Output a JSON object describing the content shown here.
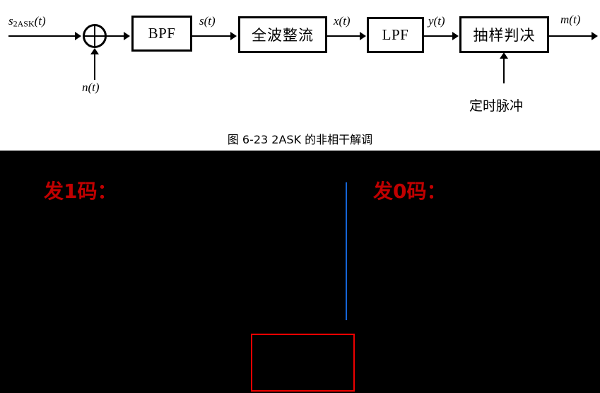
{
  "figure": {
    "caption": "图 6-23    2ASK 的非相干解调",
    "input_signal_label": "s",
    "input_signal_subscript": "2ASK",
    "input_signal_suffix": "(t)",
    "noise_label": "n(t)",
    "summing_junction": "sum-junction",
    "blocks": [
      {
        "id": "bpf",
        "label": "BPF",
        "script": "latin"
      },
      {
        "id": "full-wave-rectifier",
        "label": "全波整流",
        "script": "cjk"
      },
      {
        "id": "lpf",
        "label": "LPF",
        "script": "latin"
      },
      {
        "id": "sampling-decision",
        "label": "抽样判决",
        "script": "cjk"
      }
    ],
    "signal_labels": [
      {
        "id": "s-of-t",
        "text": "s(t)"
      },
      {
        "id": "x-of-t",
        "text": "x(t)"
      },
      {
        "id": "y-of-t",
        "text": "y(t)"
      },
      {
        "id": "m-of-t",
        "text": "m(t)"
      }
    ],
    "timing_pulse_label": "定时脉冲"
  },
  "annotation_canvas": {
    "send_one_label": "发1码：",
    "send_zero_label": "发0码：",
    "blue_line_color": "#1565d8",
    "red_box_color": "#ee0000",
    "red_text_color": "#c00000",
    "background_color": "#000000"
  }
}
